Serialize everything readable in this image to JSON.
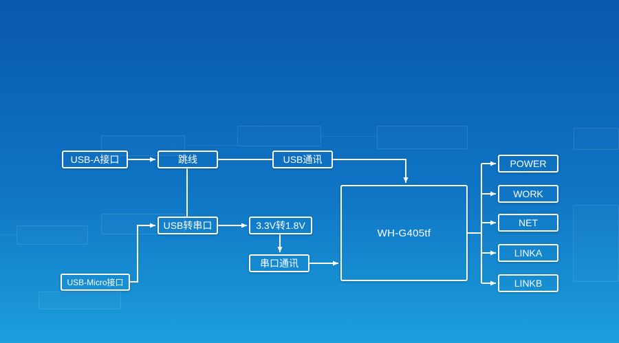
{
  "colors": {
    "background_top": "#0857AE",
    "background_mid": "#0F74C4",
    "background_bottom": "#1C9FDB",
    "box_border": "#FFFFFF",
    "connector": "#FFFFFF",
    "text": "#FFFFFF"
  },
  "diagram": {
    "nodes": {
      "usb_a": "USB-A接口",
      "jumper": "跳线",
      "usb_comm": "USB通讯",
      "usb_to_serial": "USB转串口",
      "volt_conv": "3.3V转1.8V",
      "serial_comm": "串口通讯",
      "usb_micro": "USB-Micro接口",
      "module": "WH-G405tf",
      "led_power": "POWER",
      "led_work": "WORK",
      "led_net": "NET",
      "led_linka": "LINKA",
      "led_linkb": "LINKB"
    }
  }
}
